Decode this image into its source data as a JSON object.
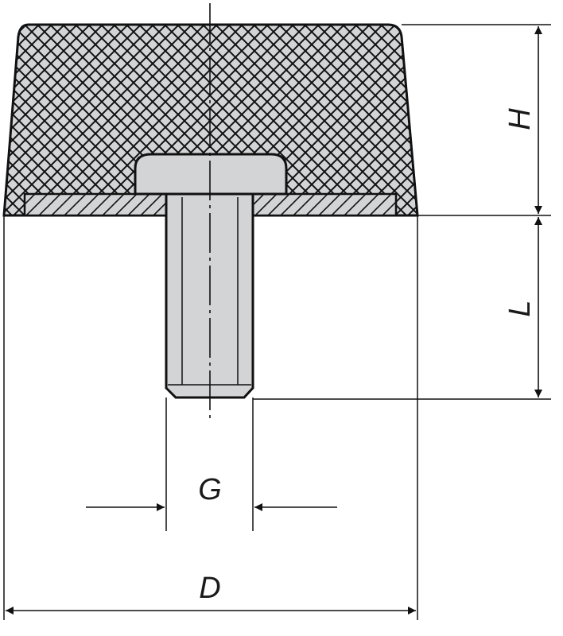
{
  "labels": {
    "height": "H",
    "thread_length": "L",
    "thread": "G",
    "diameter": "D"
  }
}
